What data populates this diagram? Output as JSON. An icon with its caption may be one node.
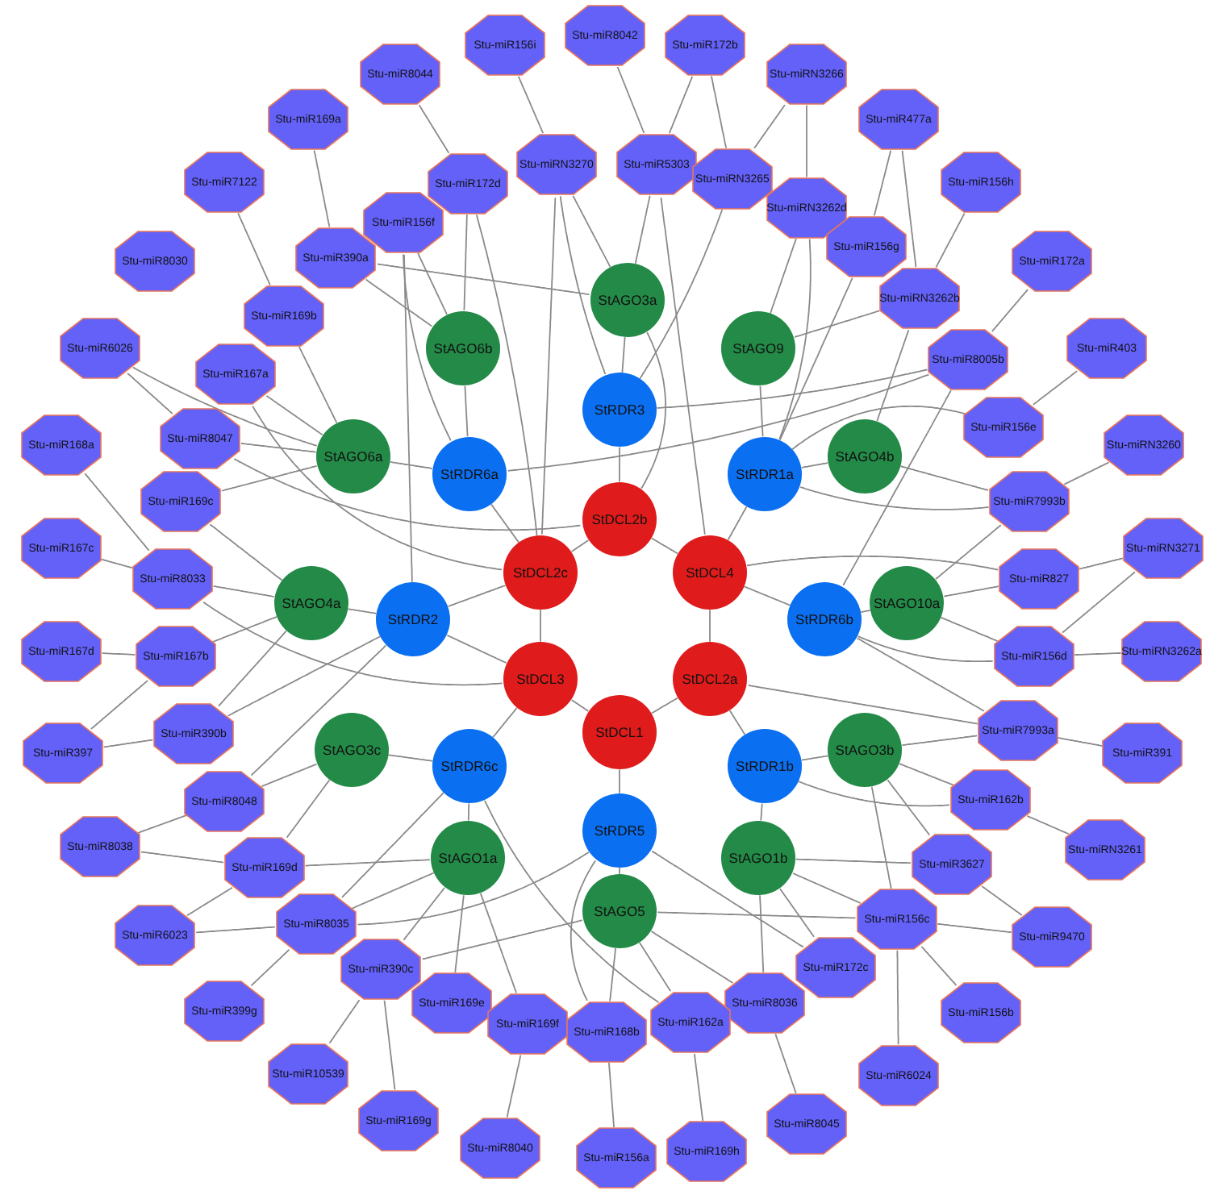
{
  "diagram": {
    "nodes": [
      {
        "text": [
          "StAGO3a"
        ]
      },
      {
        "text": [
          "StAGO6b"
        ]
      },
      {
        "text": [
          "StAGO9"
        ]
      },
      {
        "text": [
          "StRDR3"
        ]
      },
      {
        "text": [
          "StAGO6a"
        ]
      },
      {
        "text": [
          "StRDR6a"
        ]
      },
      {
        "text": [
          "StDCL2b"
        ]
      },
      {
        "text": [
          "StRDR1a"
        ]
      },
      {
        "text": [
          "StAGO4b"
        ]
      },
      {
        "text": [
          "StDCL2c"
        ]
      },
      {
        "text": [
          "StDCL4"
        ]
      },
      {
        "text": [
          "StAGO4a"
        ]
      },
      {
        "text": [
          "StRDR2"
        ]
      },
      {
        "text": [
          "StRDR6b"
        ]
      },
      {
        "text": [
          "StAGO10a"
        ]
      },
      {
        "text": [
          "StDCL3"
        ]
      },
      {
        "text": [
          "StDCL2a"
        ]
      },
      {
        "text": [
          "StDCL1"
        ]
      },
      {
        "text": [
          "StAGO3c"
        ]
      },
      {
        "text": [
          "StRDR6c"
        ]
      },
      {
        "text": [
          "StRDR1b"
        ]
      },
      {
        "text": [
          "StAGO3b"
        ]
      },
      {
        "text": [
          "StRDR5"
        ]
      },
      {
        "text": [
          "StAGO1a"
        ]
      },
      {
        "text": [
          "StAGO1b"
        ]
      },
      {
        "text": [
          "StAGO5"
        ]
      },
      {
        "text": [
          "Stu-miR8042"
        ]
      },
      {
        "text": [
          "Stu-miR156i"
        ]
      },
      {
        "text": [
          "Stu-miR172b"
        ]
      },
      {
        "text": [
          "Stu-miRN3266"
        ]
      },
      {
        "text": [
          "Stu-miR8044"
        ]
      },
      {
        "text": [
          "Stu-miR477a"
        ]
      },
      {
        "text": [
          "Stu-miR169a"
        ]
      },
      {
        "text": [
          "Stu-miRN3270"
        ]
      },
      {
        "text": [
          "Stu-miR5303"
        ]
      },
      {
        "text": [
          "Stu-miR172d"
        ]
      },
      {
        "text": [
          "Stu-miRN3265"
        ]
      },
      {
        "text": [
          "Stu-miR156h"
        ]
      },
      {
        "text": [
          "Stu-miR7122"
        ]
      },
      {
        "text": [
          "Stu-miR156f"
        ]
      },
      {
        "text": [
          "Stu-miRN3262d"
        ]
      },
      {
        "text": [
          "Stu-miR390a"
        ]
      },
      {
        "text": [
          "Stu-miR156g"
        ]
      },
      {
        "text": [
          "Stu-miR8030"
        ]
      },
      {
        "text": [
          "Stu-miR172a"
        ]
      },
      {
        "text": [
          "Stu-miR169b"
        ]
      },
      {
        "text": [
          "Stu-miRN3262b"
        ]
      },
      {
        "text": [
          "Stu-miR6026"
        ]
      },
      {
        "text": [
          "Stu-miR403"
        ]
      },
      {
        "text": [
          "Stu-miR167a"
        ]
      },
      {
        "text": [
          "Stu-miR8005b"
        ]
      },
      {
        "text": [
          "Stu-miR8047"
        ]
      },
      {
        "text": [
          "Stu-miR156e"
        ]
      },
      {
        "text": [
          "Stu-miR168a"
        ]
      },
      {
        "text": [
          "Stu-miRN3260"
        ]
      },
      {
        "text": [
          "Stu-miR169c"
        ]
      },
      {
        "text": [
          "Stu-miR7993b"
        ]
      },
      {
        "text": [
          "Stu-miR167c"
        ]
      },
      {
        "text": [
          "Stu-miRN3271"
        ]
      },
      {
        "text": [
          "Stu-miR8033"
        ]
      },
      {
        "text": [
          "Stu-miR827"
        ]
      },
      {
        "text": [
          "Stu-miR167d"
        ]
      },
      {
        "text": [
          "Stu-miRN3262a"
        ]
      },
      {
        "text": [
          "Stu-miR167b"
        ]
      },
      {
        "text": [
          "Stu-miR156d"
        ]
      },
      {
        "text": [
          "Stu-miR390b"
        ]
      },
      {
        "text": [
          "Stu-miR7993a"
        ]
      },
      {
        "text": [
          "Stu-miR397"
        ]
      },
      {
        "text": [
          "Stu-miR391"
        ]
      },
      {
        "text": [
          "Stu-miR8048"
        ]
      },
      {
        "text": [
          "Stu-miR162b"
        ]
      },
      {
        "text": [
          "Stu-miR8038"
        ]
      },
      {
        "text": [
          "Stu-miRN3261"
        ]
      },
      {
        "text": [
          "Stu-miR169d"
        ]
      },
      {
        "text": [
          "Stu-miR3627"
        ]
      },
      {
        "text": [
          "Stu-miR8035"
        ]
      },
      {
        "text": [
          "Stu-miR6023"
        ]
      },
      {
        "text": [
          "Stu-miR156c"
        ]
      },
      {
        "text": [
          "Stu-miR9470"
        ]
      },
      {
        "text": [
          "Stu-miR390c"
        ]
      },
      {
        "text": [
          "Stu-miR172c"
        ]
      },
      {
        "text": [
          "Stu-miR169e"
        ]
      },
      {
        "text": [
          "Stu-miR8036"
        ]
      },
      {
        "text": [
          "Stu-miR156b"
        ]
      },
      {
        "text": [
          "Stu-miR399g"
        ]
      },
      {
        "text": [
          "Stu-miR169f"
        ]
      },
      {
        "text": [
          "Stu-miR162a"
        ]
      },
      {
        "text": [
          "Stu-miR168b"
        ]
      },
      {
        "text": [
          "Stu-miR10539"
        ]
      },
      {
        "text": [
          "Stu-miR6024"
        ]
      },
      {
        "text": [
          "Stu-miR169g"
        ]
      },
      {
        "text": [
          "Stu-miR8045"
        ]
      },
      {
        "text": [
          "Stu-miR8040"
        ]
      },
      {
        "text": [
          "Stu-miR169h"
        ]
      },
      {
        "text": [
          "Stu-miR156a"
        ]
      }
    ],
    "edges": [
      {
        "from": 26,
        "to": 34,
        "arrow": "none"
      },
      {
        "from": 28,
        "to": 34,
        "arrow": "none"
      },
      {
        "from": 28,
        "to": 36,
        "arrow": "none"
      },
      {
        "from": 29,
        "to": 36,
        "arrow": "none"
      },
      {
        "from": 29,
        "to": 40,
        "arrow": "none"
      },
      {
        "from": 30,
        "to": 35,
        "arrow": "none"
      },
      {
        "from": 27,
        "to": 33,
        "arrow": "none"
      },
      {
        "from": 32,
        "to": 41,
        "arrow": "none"
      },
      {
        "from": 38,
        "to": 45,
        "arrow": "none"
      },
      {
        "from": 31,
        "to": 42,
        "arrow": "none"
      },
      {
        "from": 31,
        "to": 46,
        "arrow": "none"
      },
      {
        "from": 37,
        "to": 46,
        "arrow": "none"
      },
      {
        "from": 44,
        "to": 50,
        "arrow": "none"
      },
      {
        "from": 48,
        "to": 52,
        "arrow": "none"
      },
      {
        "from": 53,
        "to": 59,
        "arrow": "none"
      },
      {
        "from": 57,
        "to": 59,
        "arrow": "none"
      },
      {
        "from": 61,
        "to": 63,
        "arrow": "none"
      },
      {
        "from": 67,
        "to": 65,
        "arrow": "none"
      },
      {
        "from": 67,
        "to": 63,
        "arrow": "none"
      },
      {
        "from": 71,
        "to": 69,
        "arrow": "none"
      },
      {
        "from": 71,
        "to": 73,
        "arrow": "none"
      },
      {
        "from": 76,
        "to": 75,
        "arrow": "none"
      },
      {
        "from": 76,
        "to": 73,
        "arrow": "none"
      },
      {
        "from": 84,
        "to": 75,
        "arrow": "none"
      },
      {
        "from": 88,
        "to": 79,
        "arrow": "none"
      },
      {
        "from": 90,
        "to": 79,
        "arrow": "none"
      },
      {
        "from": 92,
        "to": 85,
        "arrow": "none"
      },
      {
        "from": 93,
        "to": 86,
        "arrow": "none"
      },
      {
        "from": 94,
        "to": 87,
        "arrow": "none"
      },
      {
        "from": 91,
        "to": 82,
        "arrow": "none"
      },
      {
        "from": 89,
        "to": 77,
        "arrow": "none"
      },
      {
        "from": 83,
        "to": 77,
        "arrow": "none"
      },
      {
        "from": 78,
        "to": 77,
        "arrow": "none"
      },
      {
        "from": 78,
        "to": 74,
        "arrow": "none"
      },
      {
        "from": 72,
        "to": 70,
        "arrow": "none"
      },
      {
        "from": 68,
        "to": 66,
        "arrow": "none"
      },
      {
        "from": 62,
        "to": 64,
        "arrow": "none"
      },
      {
        "from": 58,
        "to": 64,
        "arrow": "none"
      },
      {
        "from": 58,
        "to": 60,
        "arrow": "none"
      },
      {
        "from": 54,
        "to": 56,
        "arrow": "none"
      },
      {
        "from": 47,
        "to": 51,
        "arrow": "none"
      },
      {
        "from": 47,
        "to": 4,
        "arrow": "none"
      },
      {
        "from": 33,
        "to": 0,
        "arrow": "none"
      },
      {
        "from": 33,
        "to": 3,
        "arrow": "none"
      },
      {
        "from": 33,
        "to": 9,
        "arrow": "none"
      },
      {
        "from": 34,
        "to": 0,
        "arrow": "none"
      },
      {
        "from": 34,
        "to": 10,
        "arrow": "none"
      },
      {
        "from": 35,
        "to": 1,
        "arrow": "none"
      },
      {
        "from": 35,
        "to": 9,
        "arrow": "none"
      },
      {
        "from": 36,
        "to": 3,
        "arrow": "none"
      },
      {
        "from": 39,
        "to": 1,
        "arrow": "none"
      },
      {
        "from": 39,
        "to": 5,
        "arrow": "none"
      },
      {
        "from": 39,
        "to": 12,
        "arrow": "none"
      },
      {
        "from": 40,
        "to": 2,
        "arrow": "none"
      },
      {
        "from": 40,
        "to": 7,
        "arrow": "none"
      },
      {
        "from": 41,
        "to": 1,
        "arrow": "none"
      },
      {
        "from": 41,
        "to": 0,
        "arrow": "none"
      },
      {
        "from": 42,
        "to": 7,
        "arrow": "none"
      },
      {
        "from": 45,
        "to": 4,
        "arrow": "none"
      },
      {
        "from": 46,
        "to": 2,
        "arrow": "none"
      },
      {
        "from": 46,
        "to": 8,
        "arrow": "none"
      },
      {
        "from": 49,
        "to": 4,
        "arrow": "none"
      },
      {
        "from": 49,
        "to": 9,
        "arrow": "none"
      },
      {
        "from": 50,
        "to": 3,
        "arrow": "none"
      },
      {
        "from": 50,
        "to": 5,
        "arrow": "none"
      },
      {
        "from": 50,
        "to": 13,
        "arrow": "none"
      },
      {
        "from": 51,
        "to": 4,
        "arrow": "none"
      },
      {
        "from": 51,
        "to": 6,
        "arrow": "none"
      },
      {
        "from": 52,
        "to": 7,
        "arrow": "none"
      },
      {
        "from": 55,
        "to": 4,
        "arrow": "none"
      },
      {
        "from": 55,
        "to": 11,
        "arrow": "none"
      },
      {
        "from": 56,
        "to": 7,
        "arrow": "none"
      },
      {
        "from": 56,
        "to": 8,
        "arrow": "none"
      },
      {
        "from": 56,
        "to": 14,
        "arrow": "none"
      },
      {
        "from": 59,
        "to": 11,
        "arrow": "none"
      },
      {
        "from": 59,
        "to": 15,
        "arrow": "none"
      },
      {
        "from": 60,
        "to": 14,
        "arrow": "none"
      },
      {
        "from": 60,
        "to": 10,
        "arrow": "none"
      },
      {
        "from": 63,
        "to": 11,
        "arrow": "none"
      },
      {
        "from": 64,
        "to": 14,
        "arrow": "none"
      },
      {
        "from": 64,
        "to": 13,
        "arrow": "none"
      },
      {
        "from": 65,
        "to": 11,
        "arrow": "none"
      },
      {
        "from": 65,
        "to": 12,
        "arrow": "none"
      },
      {
        "from": 66,
        "to": 13,
        "arrow": "none"
      },
      {
        "from": 66,
        "to": 16,
        "arrow": "none"
      },
      {
        "from": 66,
        "to": 21,
        "arrow": "none"
      },
      {
        "from": 69,
        "to": 18,
        "arrow": "none"
      },
      {
        "from": 69,
        "to": 12,
        "arrow": "none"
      },
      {
        "from": 70,
        "to": 21,
        "arrow": "none"
      },
      {
        "from": 70,
        "to": 20,
        "arrow": "none"
      },
      {
        "from": 73,
        "to": 23,
        "arrow": "none"
      },
      {
        "from": 73,
        "to": 18,
        "arrow": "none"
      },
      {
        "from": 74,
        "to": 21,
        "arrow": "none"
      },
      {
        "from": 74,
        "to": 24,
        "arrow": "none"
      },
      {
        "from": 75,
        "to": 23,
        "arrow": "none"
      },
      {
        "from": 75,
        "to": 19,
        "arrow": "none"
      },
      {
        "from": 75,
        "to": 22,
        "arrow": "none"
      },
      {
        "from": 77,
        "to": 24,
        "arrow": "none"
      },
      {
        "from": 77,
        "to": 21,
        "arrow": "none"
      },
      {
        "from": 77,
        "to": 25,
        "arrow": "none"
      },
      {
        "from": 79,
        "to": 23,
        "arrow": "none"
      },
      {
        "from": 79,
        "to": 25,
        "arrow": "none"
      },
      {
        "from": 80,
        "to": 24,
        "arrow": "none"
      },
      {
        "from": 80,
        "to": 22,
        "arrow": "none"
      },
      {
        "from": 81,
        "to": 23,
        "arrow": "none"
      },
      {
        "from": 82,
        "to": 24,
        "arrow": "none"
      },
      {
        "from": 82,
        "to": 25,
        "arrow": "none"
      },
      {
        "from": 85,
        "to": 23,
        "arrow": "none"
      },
      {
        "from": 86,
        "to": 25,
        "arrow": "none"
      },
      {
        "from": 86,
        "to": 19,
        "arrow": "none"
      },
      {
        "from": 87,
        "to": 25,
        "arrow": "none"
      },
      {
        "from": 87,
        "to": 22,
        "arrow": "none"
      },
      {
        "from": 0,
        "to": 3,
        "arrow": "none"
      },
      {
        "from": 0,
        "to": 6,
        "arrow": "none"
      },
      {
        "from": 1,
        "to": 5,
        "arrow": "none"
      },
      {
        "from": 2,
        "to": 7,
        "arrow": "none"
      },
      {
        "from": 3,
        "to": 6,
        "arrow": "none"
      },
      {
        "from": 4,
        "to": 5,
        "arrow": "none"
      },
      {
        "from": 5,
        "to": 9,
        "arrow": "none"
      },
      {
        "from": 7,
        "to": 10,
        "arrow": "none"
      },
      {
        "from": 8,
        "to": 7,
        "arrow": "none"
      },
      {
        "from": 9,
        "to": 12,
        "arrow": "none"
      },
      {
        "from": 10,
        "to": 13,
        "arrow": "none"
      },
      {
        "from": 11,
        "to": 12,
        "arrow": "none"
      },
      {
        "from": 12,
        "to": 15,
        "arrow": "none"
      },
      {
        "from": 13,
        "to": 14,
        "arrow": "none"
      },
      {
        "from": 15,
        "to": 19,
        "arrow": "none"
      },
      {
        "from": 16,
        "to": 20,
        "arrow": "none"
      },
      {
        "from": 17,
        "to": 22,
        "arrow": "none"
      },
      {
        "from": 18,
        "to": 19,
        "arrow": "none"
      },
      {
        "from": 19,
        "to": 23,
        "arrow": "none"
      },
      {
        "from": 20,
        "to": 21,
        "arrow": "none"
      },
      {
        "from": 20,
        "to": 24,
        "arrow": "none"
      },
      {
        "from": 22,
        "to": 25,
        "arrow": "none"
      },
      {
        "from": 6,
        "to": 9,
        "arrow": "none"
      },
      {
        "from": 6,
        "to": 10,
        "arrow": "none"
      },
      {
        "from": 9,
        "to": 15,
        "arrow": "none"
      },
      {
        "from": 10,
        "to": 16,
        "arrow": "none"
      },
      {
        "from": 15,
        "to": 17,
        "arrow": "none"
      },
      {
        "from": 16,
        "to": 17,
        "arrow": "none"
      }
    ]
  }
}
